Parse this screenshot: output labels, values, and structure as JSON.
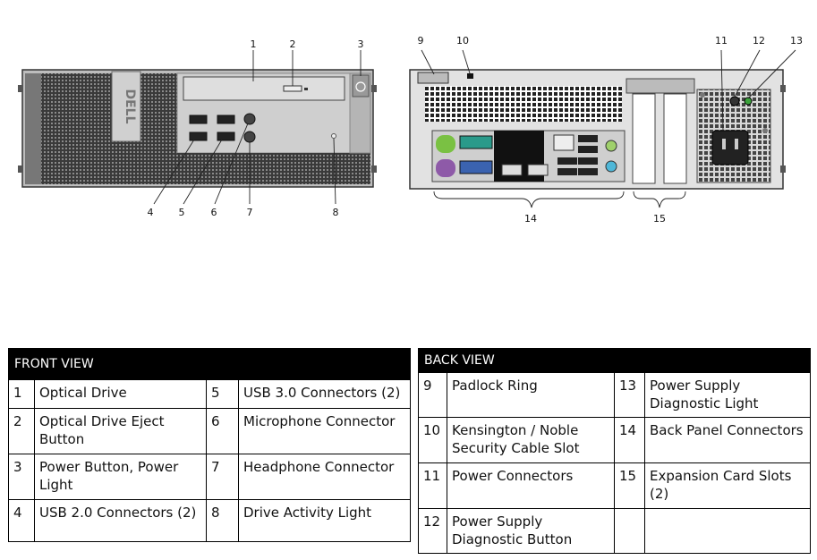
{
  "callouts": {
    "front": [
      "1",
      "2",
      "3",
      "4",
      "5",
      "6",
      "7",
      "8"
    ],
    "back": [
      "9",
      "10",
      "11",
      "12",
      "13",
      "14",
      "15"
    ]
  },
  "front_table": {
    "title": "FRONT VIEW",
    "rows": [
      [
        "1",
        "Optical Drive",
        "5",
        "USB 3.0 Connectors (2)"
      ],
      [
        "2",
        "Optical Drive Eject Button",
        "6",
        "Microphone Connector"
      ],
      [
        "3",
        "Power Button, Power Light",
        "7",
        "Headphone Connector"
      ],
      [
        "4",
        "USB 2.0 Connectors (2)",
        "8",
        "Drive Activity Light"
      ]
    ]
  },
  "back_table": {
    "title": "BACK VIEW",
    "rows": [
      [
        "9",
        "Padlock Ring",
        "13",
        "Power Supply Diagnostic Light"
      ],
      [
        "10",
        "Kensington / Noble Security Cable Slot",
        "14",
        "Back Panel Connectors"
      ],
      [
        "11",
        "Power Connectors",
        "15",
        "Expansion Card Slots (2)"
      ],
      [
        "12",
        "Power Supply Diagnostic Button",
        "",
        ""
      ]
    ]
  },
  "logo_text": "DELL",
  "colors": {
    "chassis": "#9a9a9a",
    "mesh": "#2a2a2a",
    "panel": "#cfcfcf",
    "header": "#000000",
    "ps2_green": "#7ac143",
    "ps2_purple": "#8e5aa8",
    "audio_green": "#9fd06b",
    "audio_blue": "#4fb7d8",
    "serial": "#2a9a8a",
    "vga": "#3b63b0"
  }
}
